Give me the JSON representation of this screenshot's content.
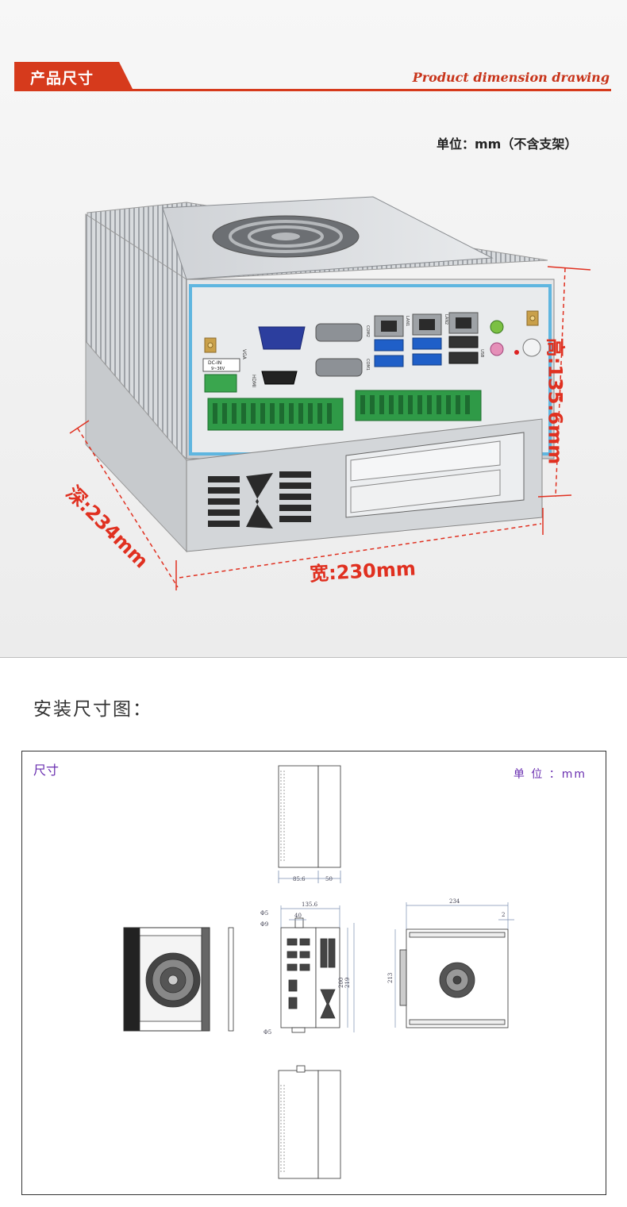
{
  "header": {
    "title": "产品尺寸",
    "subtitle": "Product dimension drawing",
    "unit_note": "单位：mm（不含支架）",
    "accent_color": "#d63a1c"
  },
  "product": {
    "dimensions": {
      "height": "高:135.6mm",
      "depth": "深:234mm",
      "width": "宽:230mm"
    },
    "panel_labels": {
      "vga": "VGA",
      "hdmi": "HDMI",
      "com2": "COM2",
      "com1": "COM1",
      "lan1": "LAN1",
      "lan2": "LAN2",
      "usb": "USB",
      "dc_in": "DC-IN",
      "dc_range": "9~36V"
    },
    "dimension_color": "#e03020"
  },
  "install": {
    "title": "安装尺寸图：",
    "frame_label": "尺寸",
    "frame_unit": "单 位 ：mm",
    "annotations": {
      "top_left": "85.6",
      "top_right": "50",
      "front_width": "135.6",
      "front_inner": "40",
      "phi5_top": "Φ5",
      "phi9": "Φ9",
      "phi5_bottom": "Φ5",
      "h200": "200",
      "h219": "219",
      "side_width": "234",
      "side_offset": "2",
      "side_height": "213"
    },
    "label_color": "#6a2fb0"
  }
}
